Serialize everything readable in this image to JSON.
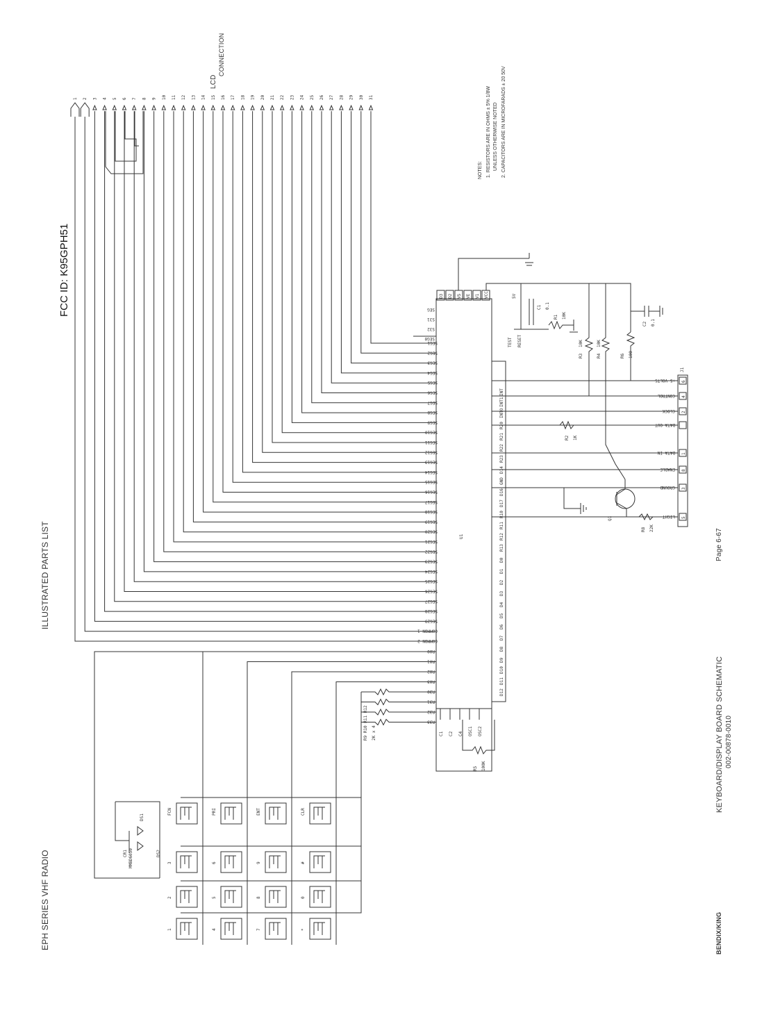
{
  "header": {
    "left_title": "EPH SERIES VHF RADIO",
    "center_title": "ILLUSTRATED PARTS LIST",
    "fcc_id": "FCC ID: K95GPH51"
  },
  "lcd": {
    "title": "LCD",
    "subtitle": "CONNECTION",
    "pins": [
      "1",
      "2",
      "3",
      "4",
      "5",
      "6",
      "7",
      "8",
      "9",
      "10",
      "11",
      "12",
      "13",
      "14",
      "15",
      "16",
      "17",
      "18",
      "19",
      "20",
      "21",
      "22",
      "23",
      "24",
      "25",
      "26",
      "27",
      "28",
      "29",
      "30",
      "31"
    ]
  },
  "notes": {
    "heading": "NOTES:",
    "line1": "1. RESISTORS ARE IN OHMS ± 5% 1/8W",
    "line1b": "UNLESS OTHERWISE NOTED",
    "line2": "2. CAPACITORS ARE IN MICROFARADS ± 20 50V"
  },
  "ic": {
    "ref": "U1",
    "seg_pins": [
      "SEG1",
      "SEG2",
      "SEG3",
      "SEG4",
      "SEG5",
      "SEG6",
      "SEG7",
      "SEG8",
      "SEG9",
      "SEG10",
      "SEG11",
      "SEG12",
      "SEG13",
      "SEG14",
      "SEG15",
      "SEG16",
      "SEG17",
      "SEG18",
      "SEG19",
      "SEG20",
      "SEG21",
      "SEG22",
      "SEG23",
      "SEG24",
      "SEG25",
      "SEG26",
      "SEG27",
      "SEG28",
      "SEG29"
    ],
    "common_pins": [
      "COMMON 1",
      "COMMON 2"
    ],
    "row_pins": [
      "R00",
      "R01",
      "R02",
      "R03",
      "R30",
      "R31",
      "R32",
      "R33"
    ],
    "bottom_pins": [
      "C1",
      "C2",
      "C4",
      "OSC1",
      "OSC2"
    ],
    "top_pins": [
      "D3",
      "D2",
      "V5",
      "VE",
      "V1",
      "VCC"
    ],
    "right_pins": [
      "INT",
      "INT1",
      "INTO",
      "R20",
      "R21",
      "R22",
      "R23",
      "D14",
      "GND",
      "D16",
      "D17",
      "R10",
      "R11",
      "R12",
      "R13",
      "D0",
      "D1",
      "D2",
      "D3",
      "D4",
      "D5",
      "D6",
      "D7",
      "D8",
      "D9",
      "D10",
      "D11",
      "D12"
    ],
    "other_pins": [
      "SEG",
      "S31",
      "S32",
      "SEG0",
      "TEST",
      "RESET"
    ]
  },
  "components": {
    "c1": {
      "ref": "C1",
      "value": "0.1"
    },
    "c2": {
      "ref": "C2",
      "value": "0.1"
    },
    "sv": "5V",
    "r1": {
      "ref": "R1",
      "value": "10K"
    },
    "r2": {
      "ref": "R2",
      "value": "1K"
    },
    "r3": {
      "ref": "R3",
      "value": "10K"
    },
    "r4": {
      "ref": "R4",
      "value": "10K"
    },
    "r5": {
      "ref": "R5",
      "value": "100K"
    },
    "r6": {
      "ref": "R6",
      "value": "100"
    },
    "r8": {
      "ref": "R8",
      "value": "22K"
    },
    "rn": {
      "ref": "R9 R10 R11 R12",
      "value": "2K x 4"
    },
    "q1": {
      "ref": "Q1"
    },
    "cr1": {
      "ref": "CR1",
      "value": "MMBD6050"
    },
    "ds1": {
      "ref": "DS1"
    },
    "ds2": {
      "ref": "DS2"
    }
  },
  "connector": {
    "ref": "J1",
    "signals": [
      "+5 VOLTS",
      "CONTROL",
      "CLOCK",
      "DATA OUT",
      "DATA IN",
      "ENABLE",
      "GROUND",
      "LIGHT"
    ],
    "pins": [
      "6",
      "4",
      "2",
      "",
      "1",
      "8",
      "3",
      "5"
    ]
  },
  "keypad": {
    "rows": [
      [
        "1",
        "2",
        "3",
        "FCN"
      ],
      [
        "4",
        "5",
        "6",
        "PRI"
      ],
      [
        "7",
        "8",
        "9",
        "ENT"
      ],
      [
        "*",
        "0",
        "#",
        "CLR"
      ]
    ]
  },
  "footer": {
    "title": "KEYBOARD/DISPLAY BOARD SCHEMATIC",
    "part_number": "002-00878-0010",
    "page": "Page 6-67",
    "brand": "BENDIX/KING"
  }
}
